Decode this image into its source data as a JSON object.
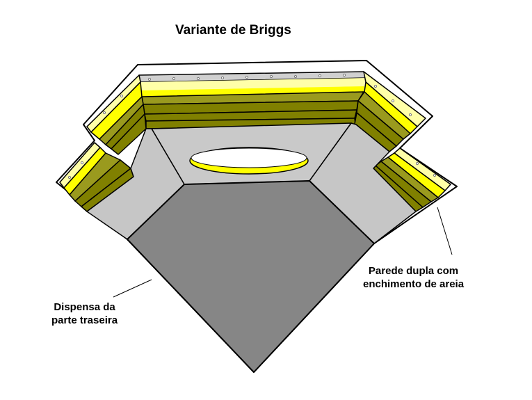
{
  "title": "Variante de Briggs",
  "labels": {
    "double_wall": [
      "Parede dupla com",
      "enchimento de areia"
    ],
    "back_pantry": [
      "Dispensa da",
      "parte traseira"
    ]
  },
  "colors": {
    "floor": "#868686",
    "side_wall": "#c6c6c6",
    "back_wall": "#c9c9c9",
    "olive": "#808000",
    "olive_light": "#9a9a1e",
    "yellow": "#ffff00",
    "pale_yellow": "#ffffa8",
    "cap": "#d0d0d0"
  }
}
